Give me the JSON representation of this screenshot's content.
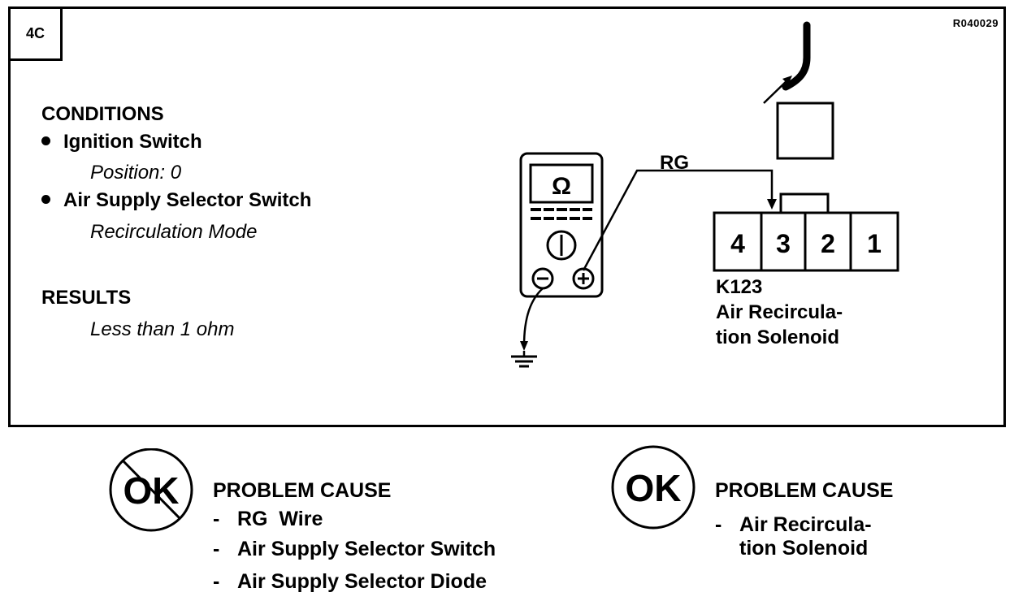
{
  "step_label": "4C",
  "reference_code": "R040029",
  "conditions": {
    "heading": "CONDITIONS",
    "items": [
      {
        "label": "Ignition Switch",
        "detail": "Position: 0"
      },
      {
        "label": "Air Supply Selector Switch",
        "detail": "Recirculation Mode"
      }
    ]
  },
  "results": {
    "heading": "RESULTS",
    "value": "Less than 1 ohm"
  },
  "meter": {
    "display_symbol": "Ω",
    "negative_terminal": "⊖",
    "positive_terminal": "⊕"
  },
  "wire_label": "RG",
  "connector": {
    "pins": [
      "4",
      "3",
      "2",
      "1"
    ],
    "component_code": "K123",
    "component_name_line1": "Air Recircula-",
    "component_name_line2": "tion Solenoid"
  },
  "not_ok": {
    "badge_text": "OK",
    "title": "PROBLEM CAUSE",
    "items": [
      "RG  Wire",
      "Air Supply Selector Switch",
      "Air Supply Selector Diode"
    ]
  },
  "ok": {
    "badge_text": "OK",
    "title": "PROBLEM CAUSE",
    "items": [
      {
        "line1": "Air Recircula-",
        "line2": "tion Solenoid"
      }
    ]
  },
  "icons": {
    "meter": "ohmmeter-icon",
    "ground": "ground-symbol-icon",
    "probe": "test-probe-icon",
    "not_ok": "not-ok-badge-icon",
    "ok": "ok-badge-icon"
  }
}
